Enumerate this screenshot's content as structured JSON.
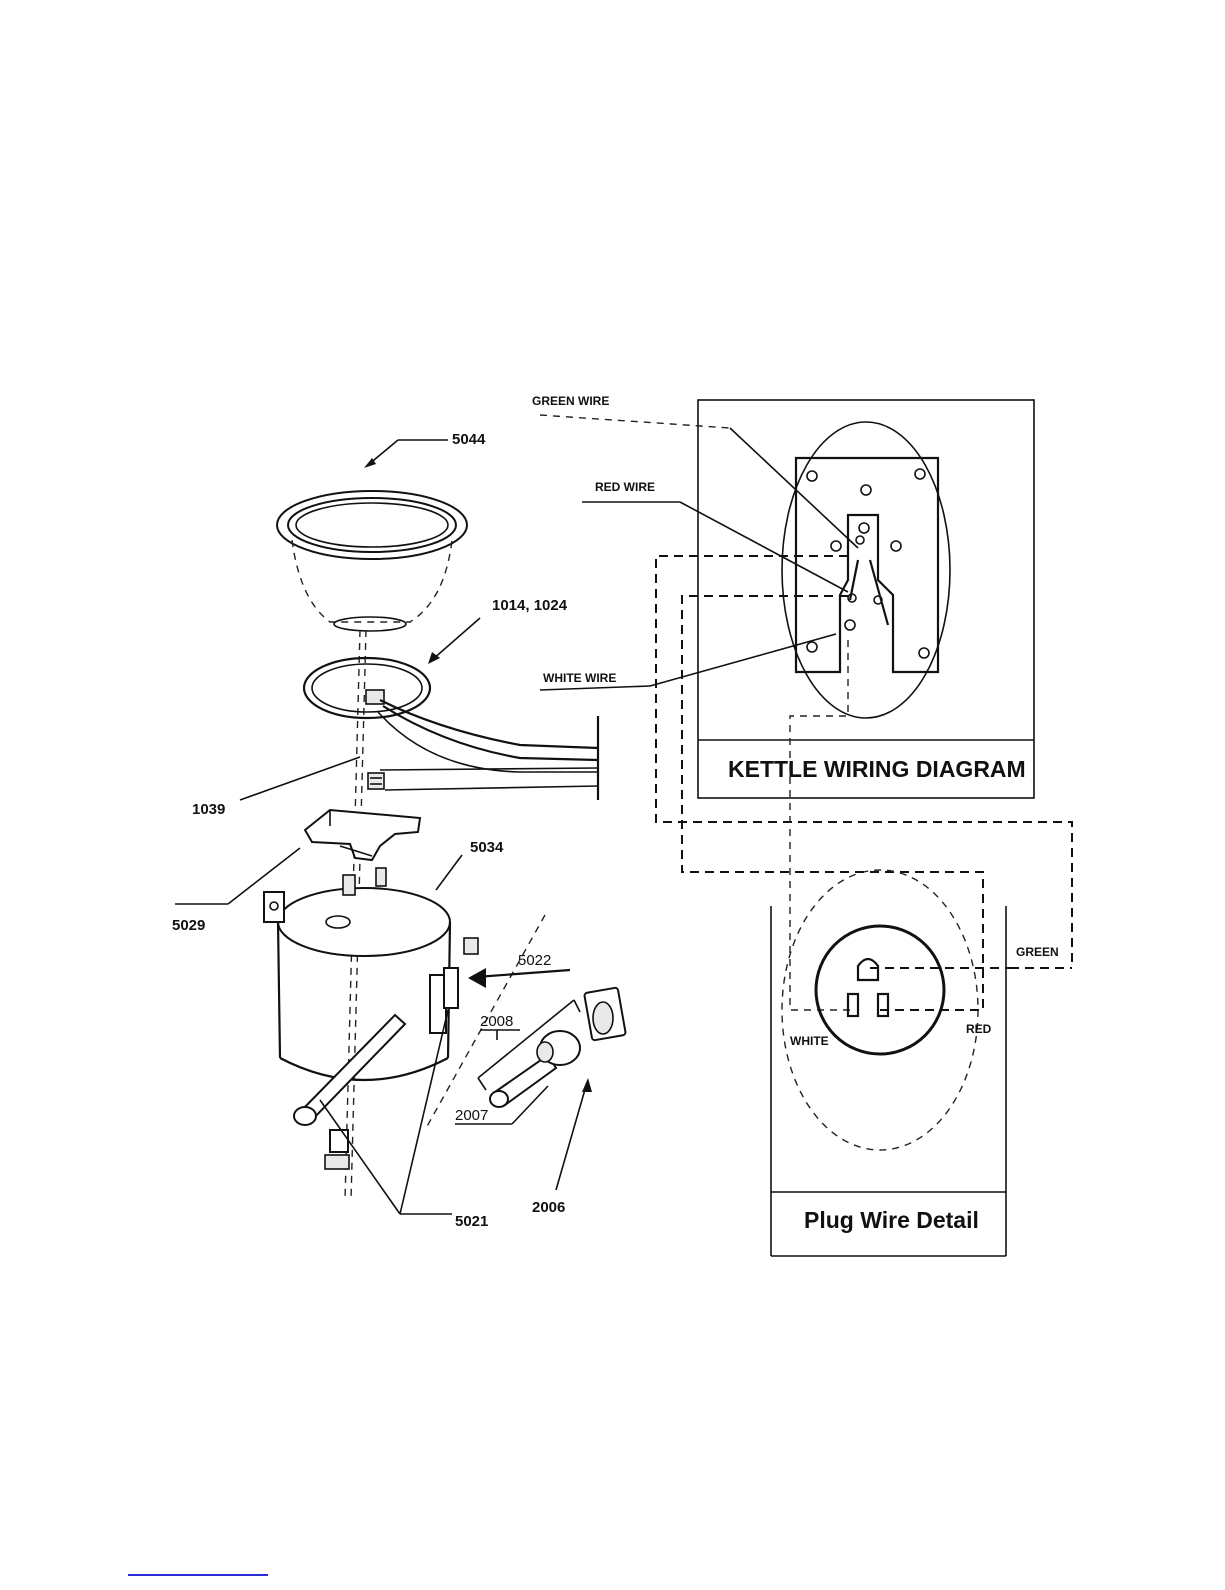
{
  "callouts": {
    "c5044": "5044",
    "c1014": "1014, 1024",
    "c1039": "1039",
    "c5034": "5034",
    "c5029": "5029",
    "c5022": "5022",
    "c2008": "2008",
    "c2007": "2007",
    "c5021": "5021",
    "c2006": "2006"
  },
  "kettle_diagram": {
    "title": "KETTLE WIRING DIAGRAM",
    "green_wire": "GREEN WIRE",
    "red_wire": "RED WIRE",
    "white_wire": "WHITE WIRE"
  },
  "plug_detail": {
    "title": "Plug Wire Detail",
    "green": "GREEN",
    "white": "WHITE",
    "red": "RED"
  },
  "colors": {
    "ink": "#111111",
    "footer_link": "#2b2bd6"
  }
}
